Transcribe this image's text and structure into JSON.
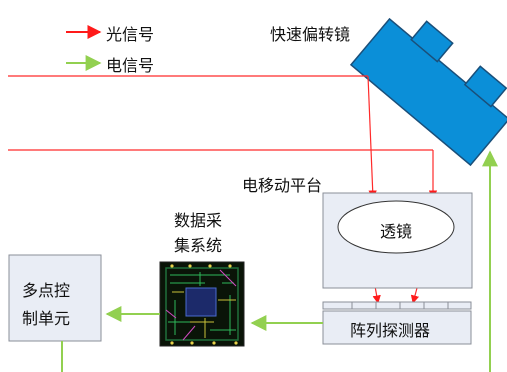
{
  "legend": {
    "optical_label": "光信号",
    "electrical_label": "电信号",
    "optical_color": "#ff1a1a",
    "electrical_color": "#92d050"
  },
  "components": {
    "fsm_label": "快速偏转镜",
    "stage_label": "电移动平台",
    "lens_label": "透镜",
    "detector_label": "阵列探测器",
    "acq_label_line1": "数据采",
    "acq_label_line2": "集系统",
    "controller_label_line1": "多点控",
    "controller_label_line2": "制单元"
  },
  "colors": {
    "mirror_fill": "#0b8fd8",
    "mirror_stroke": "#1a4f7a",
    "box_fill": "#e9edf5",
    "box_stroke": "#8a8f98"
  }
}
